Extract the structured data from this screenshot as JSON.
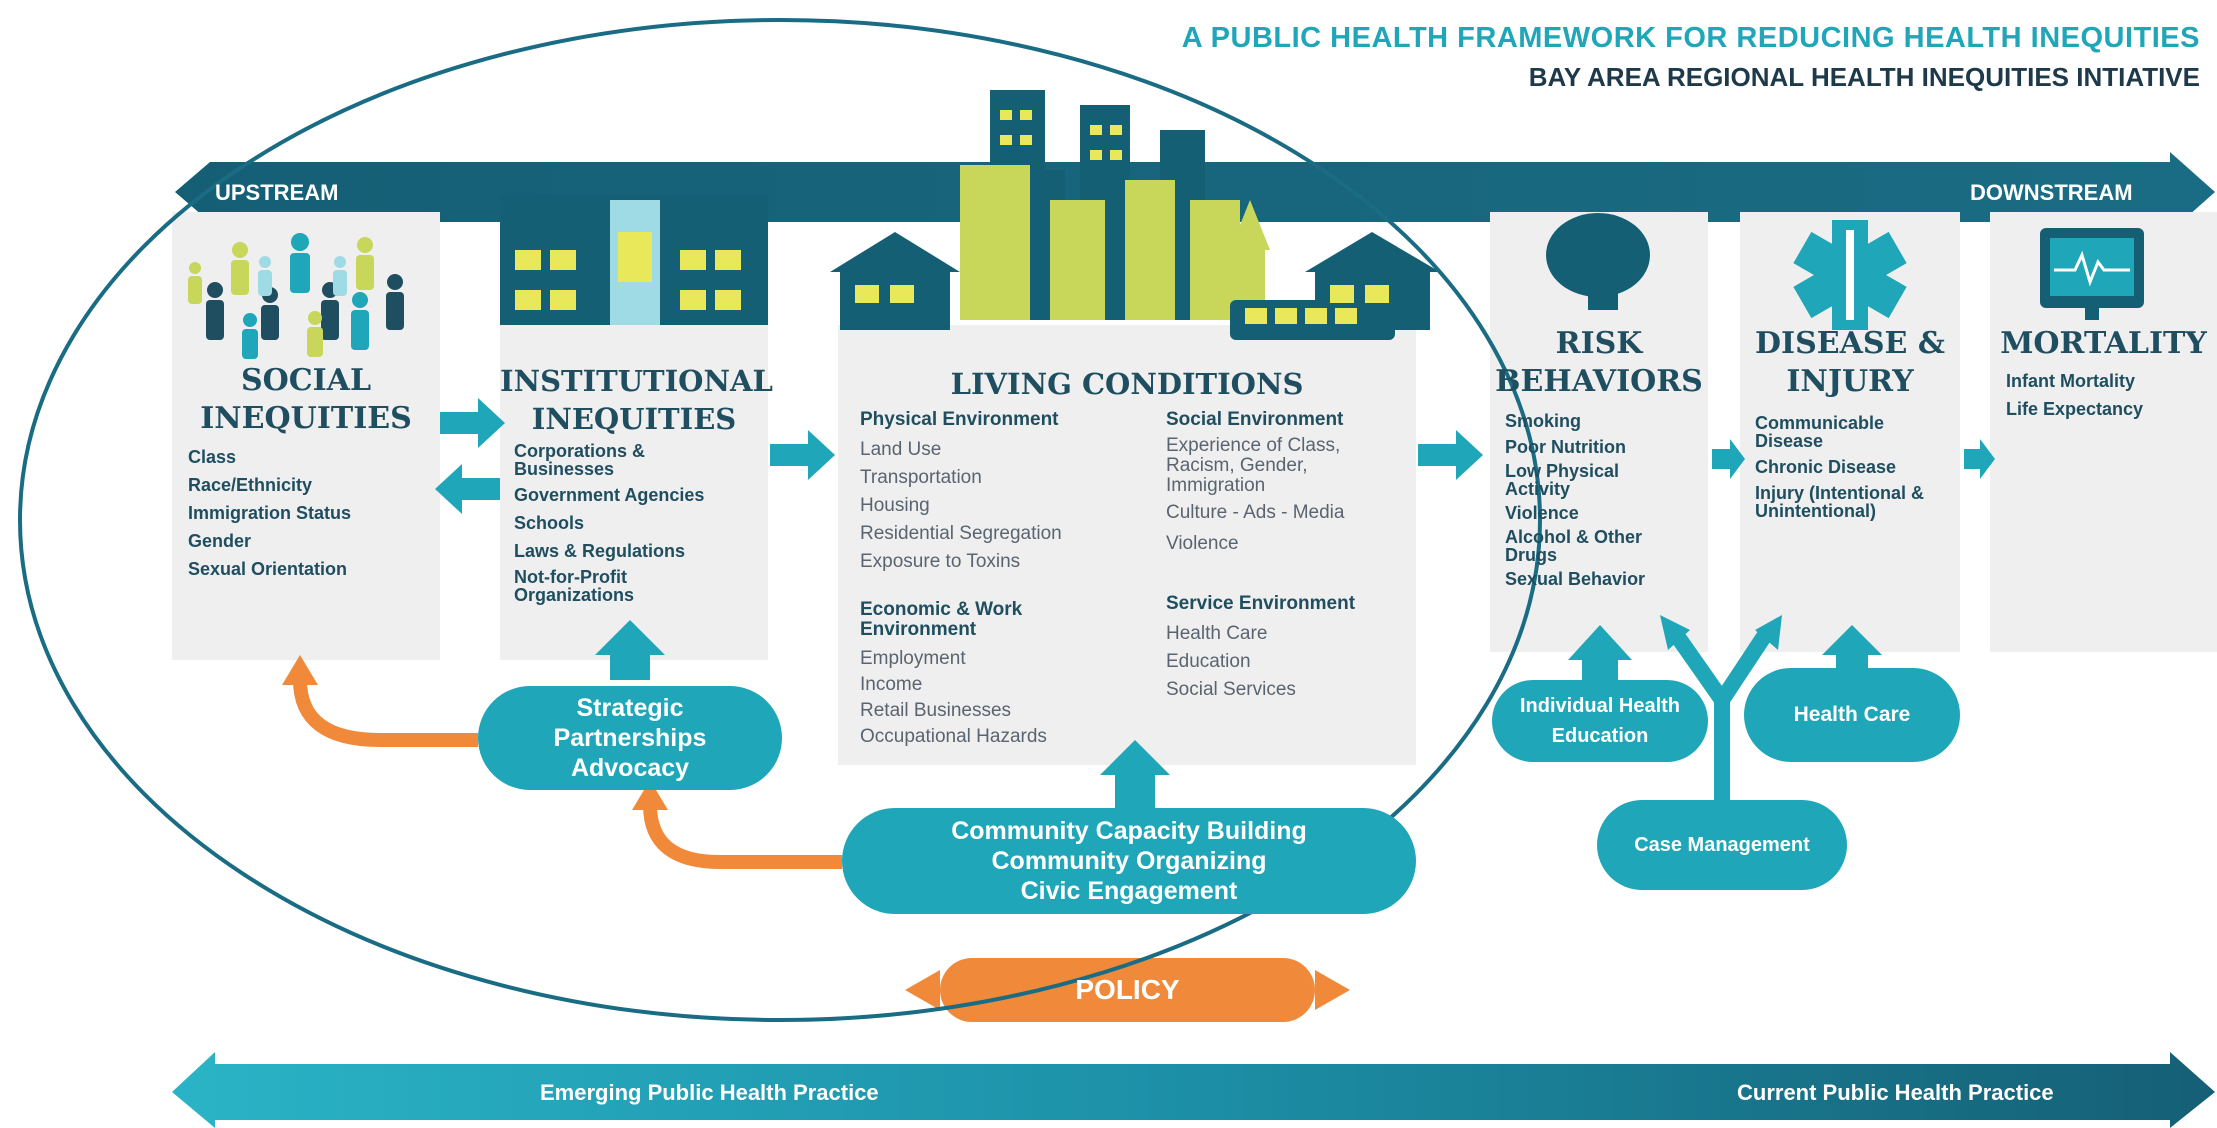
{
  "header": {
    "title": "A PUBLIC HEALTH FRAMEWORK FOR REDUCING HEALTH INEQUITIES",
    "subtitle": "BAY AREA REGIONAL HEALTH INEQUITIES INTIATIVE"
  },
  "top_band": {
    "left_label": "UPSTREAM",
    "right_label": "DOWNSTREAM"
  },
  "social_inequities": {
    "title_line1": "SOCIAL",
    "title_line2": "INEQUITIES",
    "items": [
      "Class",
      "Race/Ethnicity",
      "Immigration Status",
      "Gender",
      "Sexual Orientation"
    ]
  },
  "institutional_inequities": {
    "title_line1": "INSTITUTIONAL",
    "title_line2": "INEQUITIES",
    "items": [
      "Corporations & Businesses",
      "Government Agencies",
      "Schools",
      "Laws & Regulations",
      "Not-for-Profit Organizations"
    ]
  },
  "living_conditions": {
    "title": "LIVING CONDITIONS",
    "physical": {
      "heading": "Physical Environment",
      "items": [
        "Land Use",
        "Transportation",
        "Housing",
        "Residential Segregation",
        "Exposure to Toxins"
      ]
    },
    "economic": {
      "heading": "Economic & Work Environment",
      "items": [
        "Employment",
        "Income",
        "Retail Businesses",
        "Occupational Hazards"
      ]
    },
    "social": {
      "heading": "Social Environment",
      "items": [
        "Experience of Class, Racism, Gender, Immigration",
        "Culture - Ads - Media",
        "Violence"
      ]
    },
    "service": {
      "heading": "Service Environment",
      "items": [
        "Health Care",
        "Education",
        "Social Services"
      ]
    }
  },
  "risk_behaviors": {
    "title_line1": "RISK",
    "title_line2": "BEHAVIORS",
    "items": [
      "Smoking",
      "Poor Nutrition",
      "Low Physical Activity",
      "Violence",
      "Alcohol & Other Drugs",
      "Sexual Behavior"
    ]
  },
  "disease_injury": {
    "title_line1": "DISEASE &",
    "title_line2": "INJURY",
    "items": [
      "Communicable Disease",
      "Chronic Disease",
      "Injury (Intentional & Unintentional)"
    ]
  },
  "mortality": {
    "title": "MORTALITY",
    "items": [
      "Infant Mortality",
      "Life Expectancy"
    ]
  },
  "interventions": {
    "strategic": [
      "Strategic",
      "Partnerships",
      "Advocacy"
    ],
    "community": [
      "Community Capacity Building",
      "Community Organizing",
      "Civic Engagement"
    ],
    "individual_health_education": [
      "Individual Health",
      "Education"
    ],
    "health_care": "Health Care",
    "case_management": "Case Management",
    "policy": "POLICY"
  },
  "bottom_band": {
    "left_label": "Emerging Public Health Practice",
    "right_label": "Current Public Health Practice"
  },
  "colors": {
    "teal": "#1fa6b8",
    "dark_teal": "#155f75",
    "orange": "#f08a3a",
    "lime": "#c8d65a",
    "card": "#efefef",
    "text_dark": "#1f4e60"
  }
}
